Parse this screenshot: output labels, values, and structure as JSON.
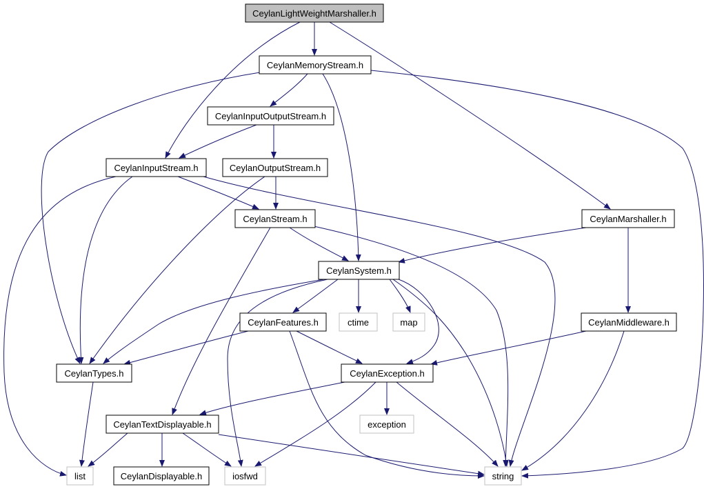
{
  "diagram": {
    "colors": {
      "edge": "#191970",
      "node_border": "#000000",
      "system_node_border": "#c0c0c0",
      "root_fill": "#bfbfbf",
      "node_fill": "#ffffff"
    },
    "nodes": [
      {
        "id": "root",
        "label": "CeylanLightWeightMarshaller.h",
        "kind": "root"
      },
      {
        "id": "memstream",
        "label": "CeylanMemoryStream.h",
        "kind": "header"
      },
      {
        "id": "iostream",
        "label": "CeylanInputOutputStream.h",
        "kind": "header"
      },
      {
        "id": "instream",
        "label": "CeylanInputStream.h",
        "kind": "header"
      },
      {
        "id": "outstream",
        "label": "CeylanOutputStream.h",
        "kind": "header"
      },
      {
        "id": "stream",
        "label": "CeylanStream.h",
        "kind": "header"
      },
      {
        "id": "marshaller",
        "label": "CeylanMarshaller.h",
        "kind": "header"
      },
      {
        "id": "system",
        "label": "CeylanSystem.h",
        "kind": "header"
      },
      {
        "id": "features",
        "label": "CeylanFeatures.h",
        "kind": "header"
      },
      {
        "id": "ctime",
        "label": "ctime",
        "kind": "system"
      },
      {
        "id": "map",
        "label": "map",
        "kind": "system"
      },
      {
        "id": "middleware",
        "label": "CeylanMiddleware.h",
        "kind": "header"
      },
      {
        "id": "types",
        "label": "CeylanTypes.h",
        "kind": "header"
      },
      {
        "id": "exception",
        "label": "CeylanException.h",
        "kind": "header"
      },
      {
        "id": "textdisp",
        "label": "CeylanTextDisplayable.h",
        "kind": "header"
      },
      {
        "id": "stdexception",
        "label": "exception",
        "kind": "system"
      },
      {
        "id": "list",
        "label": "list",
        "kind": "system"
      },
      {
        "id": "displayable",
        "label": "CeylanDisplayable.h",
        "kind": "header"
      },
      {
        "id": "iosfwd",
        "label": "iosfwd",
        "kind": "system"
      },
      {
        "id": "string",
        "label": "string",
        "kind": "system"
      }
    ],
    "edges": [
      [
        "root",
        "memstream"
      ],
      [
        "root",
        "instream"
      ],
      [
        "root",
        "marshaller"
      ],
      [
        "memstream",
        "iostream"
      ],
      [
        "memstream",
        "system"
      ],
      [
        "memstream",
        "types"
      ],
      [
        "memstream",
        "string"
      ],
      [
        "iostream",
        "instream"
      ],
      [
        "iostream",
        "outstream"
      ],
      [
        "instream",
        "stream"
      ],
      [
        "instream",
        "types"
      ],
      [
        "instream",
        "list"
      ],
      [
        "instream",
        "string"
      ],
      [
        "outstream",
        "stream"
      ],
      [
        "outstream",
        "types"
      ],
      [
        "stream",
        "system"
      ],
      [
        "stream",
        "textdisp"
      ],
      [
        "stream",
        "string"
      ],
      [
        "marshaller",
        "system"
      ],
      [
        "marshaller",
        "middleware"
      ],
      [
        "system",
        "features"
      ],
      [
        "system",
        "ctime"
      ],
      [
        "system",
        "map"
      ],
      [
        "system",
        "exception"
      ],
      [
        "system",
        "types"
      ],
      [
        "system",
        "iosfwd"
      ],
      [
        "system",
        "string"
      ],
      [
        "features",
        "types"
      ],
      [
        "features",
        "exception"
      ],
      [
        "features",
        "string"
      ],
      [
        "middleware",
        "exception"
      ],
      [
        "middleware",
        "string"
      ],
      [
        "types",
        "list"
      ],
      [
        "exception",
        "textdisp"
      ],
      [
        "exception",
        "stdexception"
      ],
      [
        "exception",
        "iosfwd"
      ],
      [
        "exception",
        "string"
      ],
      [
        "textdisp",
        "list"
      ],
      [
        "textdisp",
        "displayable"
      ],
      [
        "textdisp",
        "iosfwd"
      ],
      [
        "textdisp",
        "string"
      ]
    ]
  }
}
